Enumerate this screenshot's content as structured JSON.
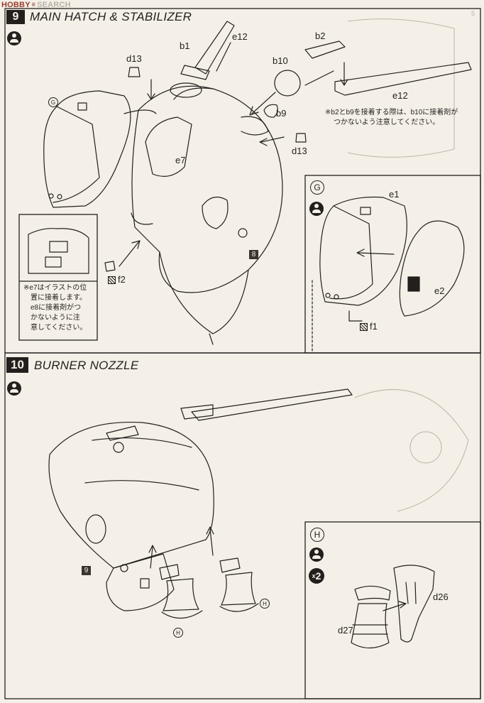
{
  "header": {
    "brand": "HOBBY SEARCH",
    "brand_part1": "HOBBY",
    "brand_part2": "SEARCH",
    "reg": "®",
    "bleed_right": "5"
  },
  "step9": {
    "number": "9",
    "title": "MAIN HATCH & STABILIZER",
    "labels": {
      "b1": "b1",
      "e12_top": "e12",
      "d13_top": "d13",
      "b2": "b2",
      "b10": "b10",
      "b9": "b9",
      "e12_right": "e12",
      "d13_right": "d13",
      "e7": "e7",
      "f2": "f2",
      "g": "G",
      "ref8": "8"
    },
    "note_right": [
      "※b2とb9を接着する際は、b10に接着剤が",
      "つかないよう注意してください。"
    ],
    "note_left": [
      "※e7はイラストの位",
      "置に接着します。",
      "e8に接着剤がつ",
      "かないように注",
      "意してください。"
    ]
  },
  "subassembly_g": {
    "letter": "G",
    "labels": {
      "e1": "e1",
      "e2": "e2",
      "f1": "f1"
    }
  },
  "step10": {
    "number": "10",
    "title": "BURNER NOZZLE",
    "labels": {
      "ref9": "9",
      "h1": "H",
      "h2": "H"
    }
  },
  "subassembly_h": {
    "letter": "H",
    "multiplier": "x2",
    "mult_x": "x",
    "mult_n": "2",
    "labels": {
      "d26": "d26",
      "d27": "d27"
    }
  },
  "colors": {
    "ink": "#231f1c",
    "paper": "#f4f0e8",
    "brand": "#9a3a2e"
  }
}
